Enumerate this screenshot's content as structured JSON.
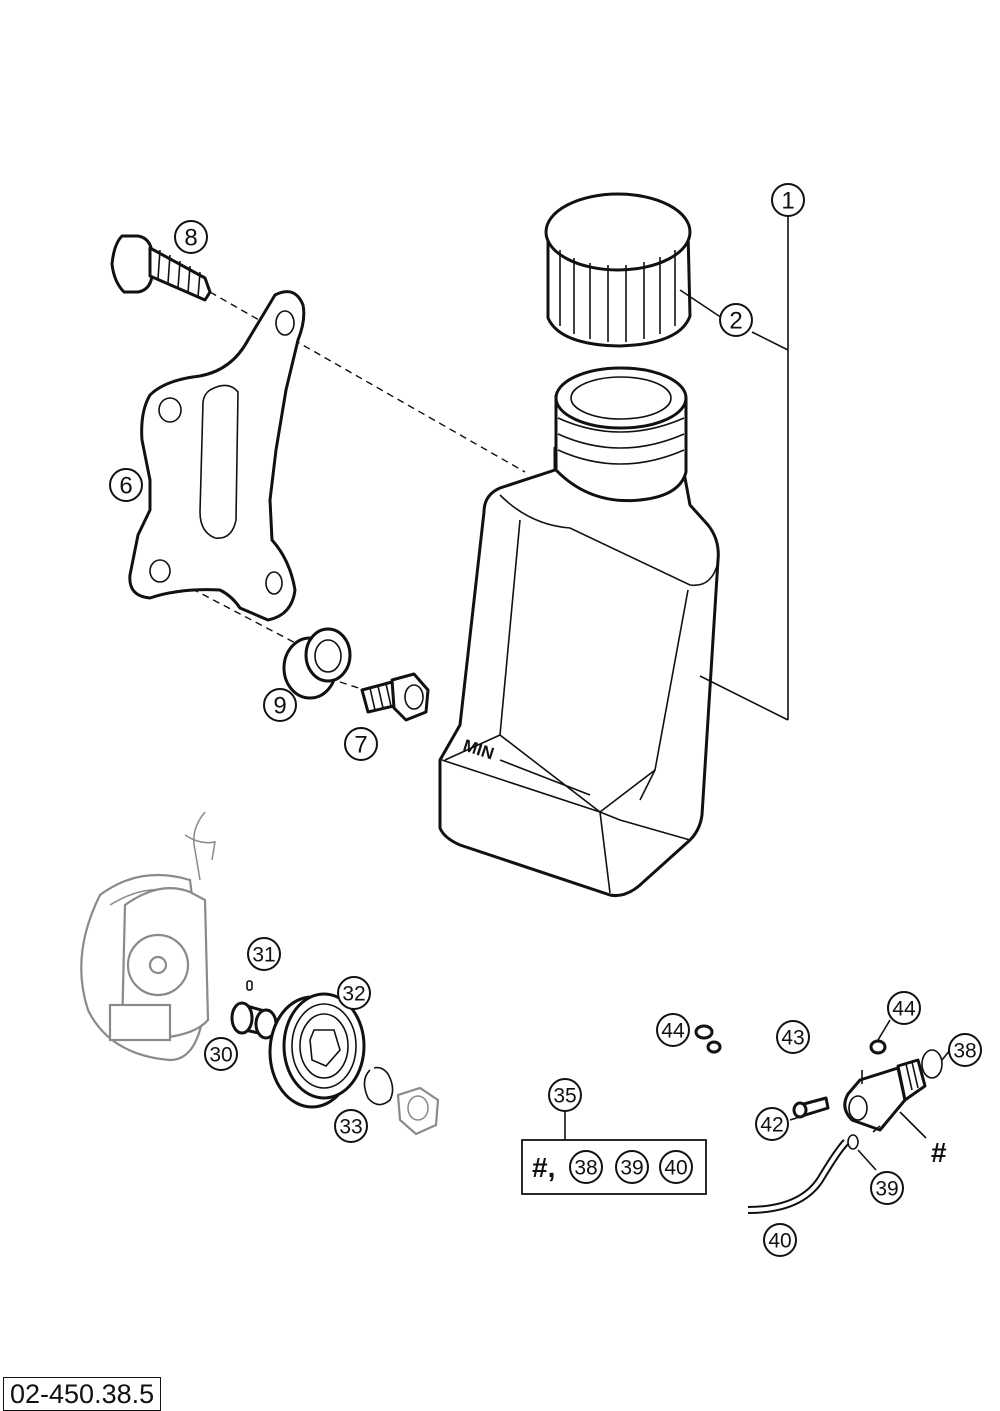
{
  "diagram": {
    "reference_code": "02-450.38.5",
    "tank_label": "MIN",
    "callouts": {
      "p1": "1",
      "p2": "2",
      "p6": "6",
      "p7": "7",
      "p8": "8",
      "p9": "9",
      "p30": "30",
      "p31": "31",
      "p32": "32",
      "p33": "33",
      "p35": "35",
      "p38": "38",
      "p39": "39",
      "p40": "40",
      "p42": "42",
      "p43": "43",
      "p44a": "44",
      "p44b": "44"
    },
    "pump_mark": "#",
    "kit": {
      "prefix": "#,",
      "items": [
        "38",
        "39",
        "40"
      ]
    }
  }
}
